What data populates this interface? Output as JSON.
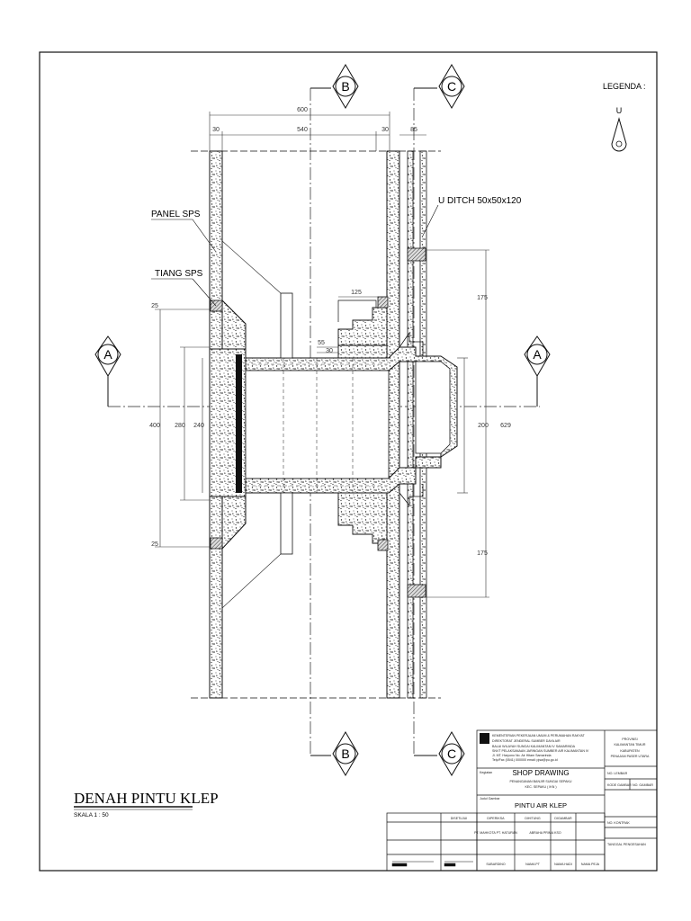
{
  "drawing": {
    "title": "DENAH PINTU KLEP",
    "scale": "SKALA 1 : 50"
  },
  "legend": {
    "heading": "LEGENDA :",
    "symbol_label": "U"
  },
  "section_markers": {
    "a": "A",
    "b": "B",
    "c": "C"
  },
  "labels": {
    "panel": "PANEL SPS",
    "tiang": "TIANG SPS",
    "ditch": "U DITCH 50x50x120"
  },
  "dimensions": {
    "top_total": "600",
    "top_left": "30",
    "top_mid": "540",
    "top_right": "30",
    "top_ditch": "85",
    "left_outer": "400",
    "left_mid": "280",
    "left_inner": "240",
    "right_inner": "200",
    "right_outer": "629",
    "right_top": "175",
    "right_bottom": "175",
    "step_width": "125",
    "step_a": "55",
    "step_b": "30",
    "small_top": "25",
    "small_bottom": "25"
  },
  "title_block": {
    "ministry_1": "KEMENTERIAN PEKERJAAN UMUM & PERUMAHAN RAKYAT",
    "ministry_2": "DIREKTORAT JENDERAL SUMBER DAYA AIR",
    "ministry_3": "BALAI WILAYAH SUNGAI KALIMANTAN IV SAMARINDA",
    "ministry_4": "SNVT PELAKSANAAN JARINGAN SUMBER AIR KALIMANTAN IV",
    "ministry_5": "Jl. MT. Haryono No.  Air Hitam Samarinda",
    "ministry_6": "Telp/Fax (0541) 000000  email: pjsa@pu.go.id",
    "province_1": "PROVINSI",
    "province_2": "KALIMANTAN TIMUR",
    "province_3": "KABUPATEN",
    "province_4": "PENAJAM PASER UTARA",
    "kegiatan": "Kegiatan",
    "doc_type": "SHOP DRAWING",
    "project_1": "PENANGANAN BANJIR SUNGAI SEPAKU",
    "project_2": "KEC. SEPAKU ( IKN )",
    "judul_gambar": "Judul Gambar",
    "judul": "PINTU AIR KLEP",
    "kode_gambar": "KODE GAMBAR",
    "no_gambar": "NO. GAMBAR",
    "no_lembar": "NO. LEMBAR",
    "disetujui": "DISETUJUI",
    "diperiksa": "DIPERIKSA",
    "dihitung": "DIHITUNG",
    "digambar": "DIGAMBAR",
    "no_kontrak": "NO. KONTRAK",
    "kontraktor": "PT. MAHKOTA PT. HATURAN",
    "pelaksana": "ABRAHA PRIMA KSO",
    "tanggal": "TANGGAL PENGESAHAN",
    "footer_1": "SUBARDINO",
    "footer_2": "NAMA PT",
    "footer_3": "NAMA HADI",
    "footer_4": "NAMA PEJA"
  },
  "colors": {
    "ink": "#111111",
    "hatch": "#555555"
  }
}
